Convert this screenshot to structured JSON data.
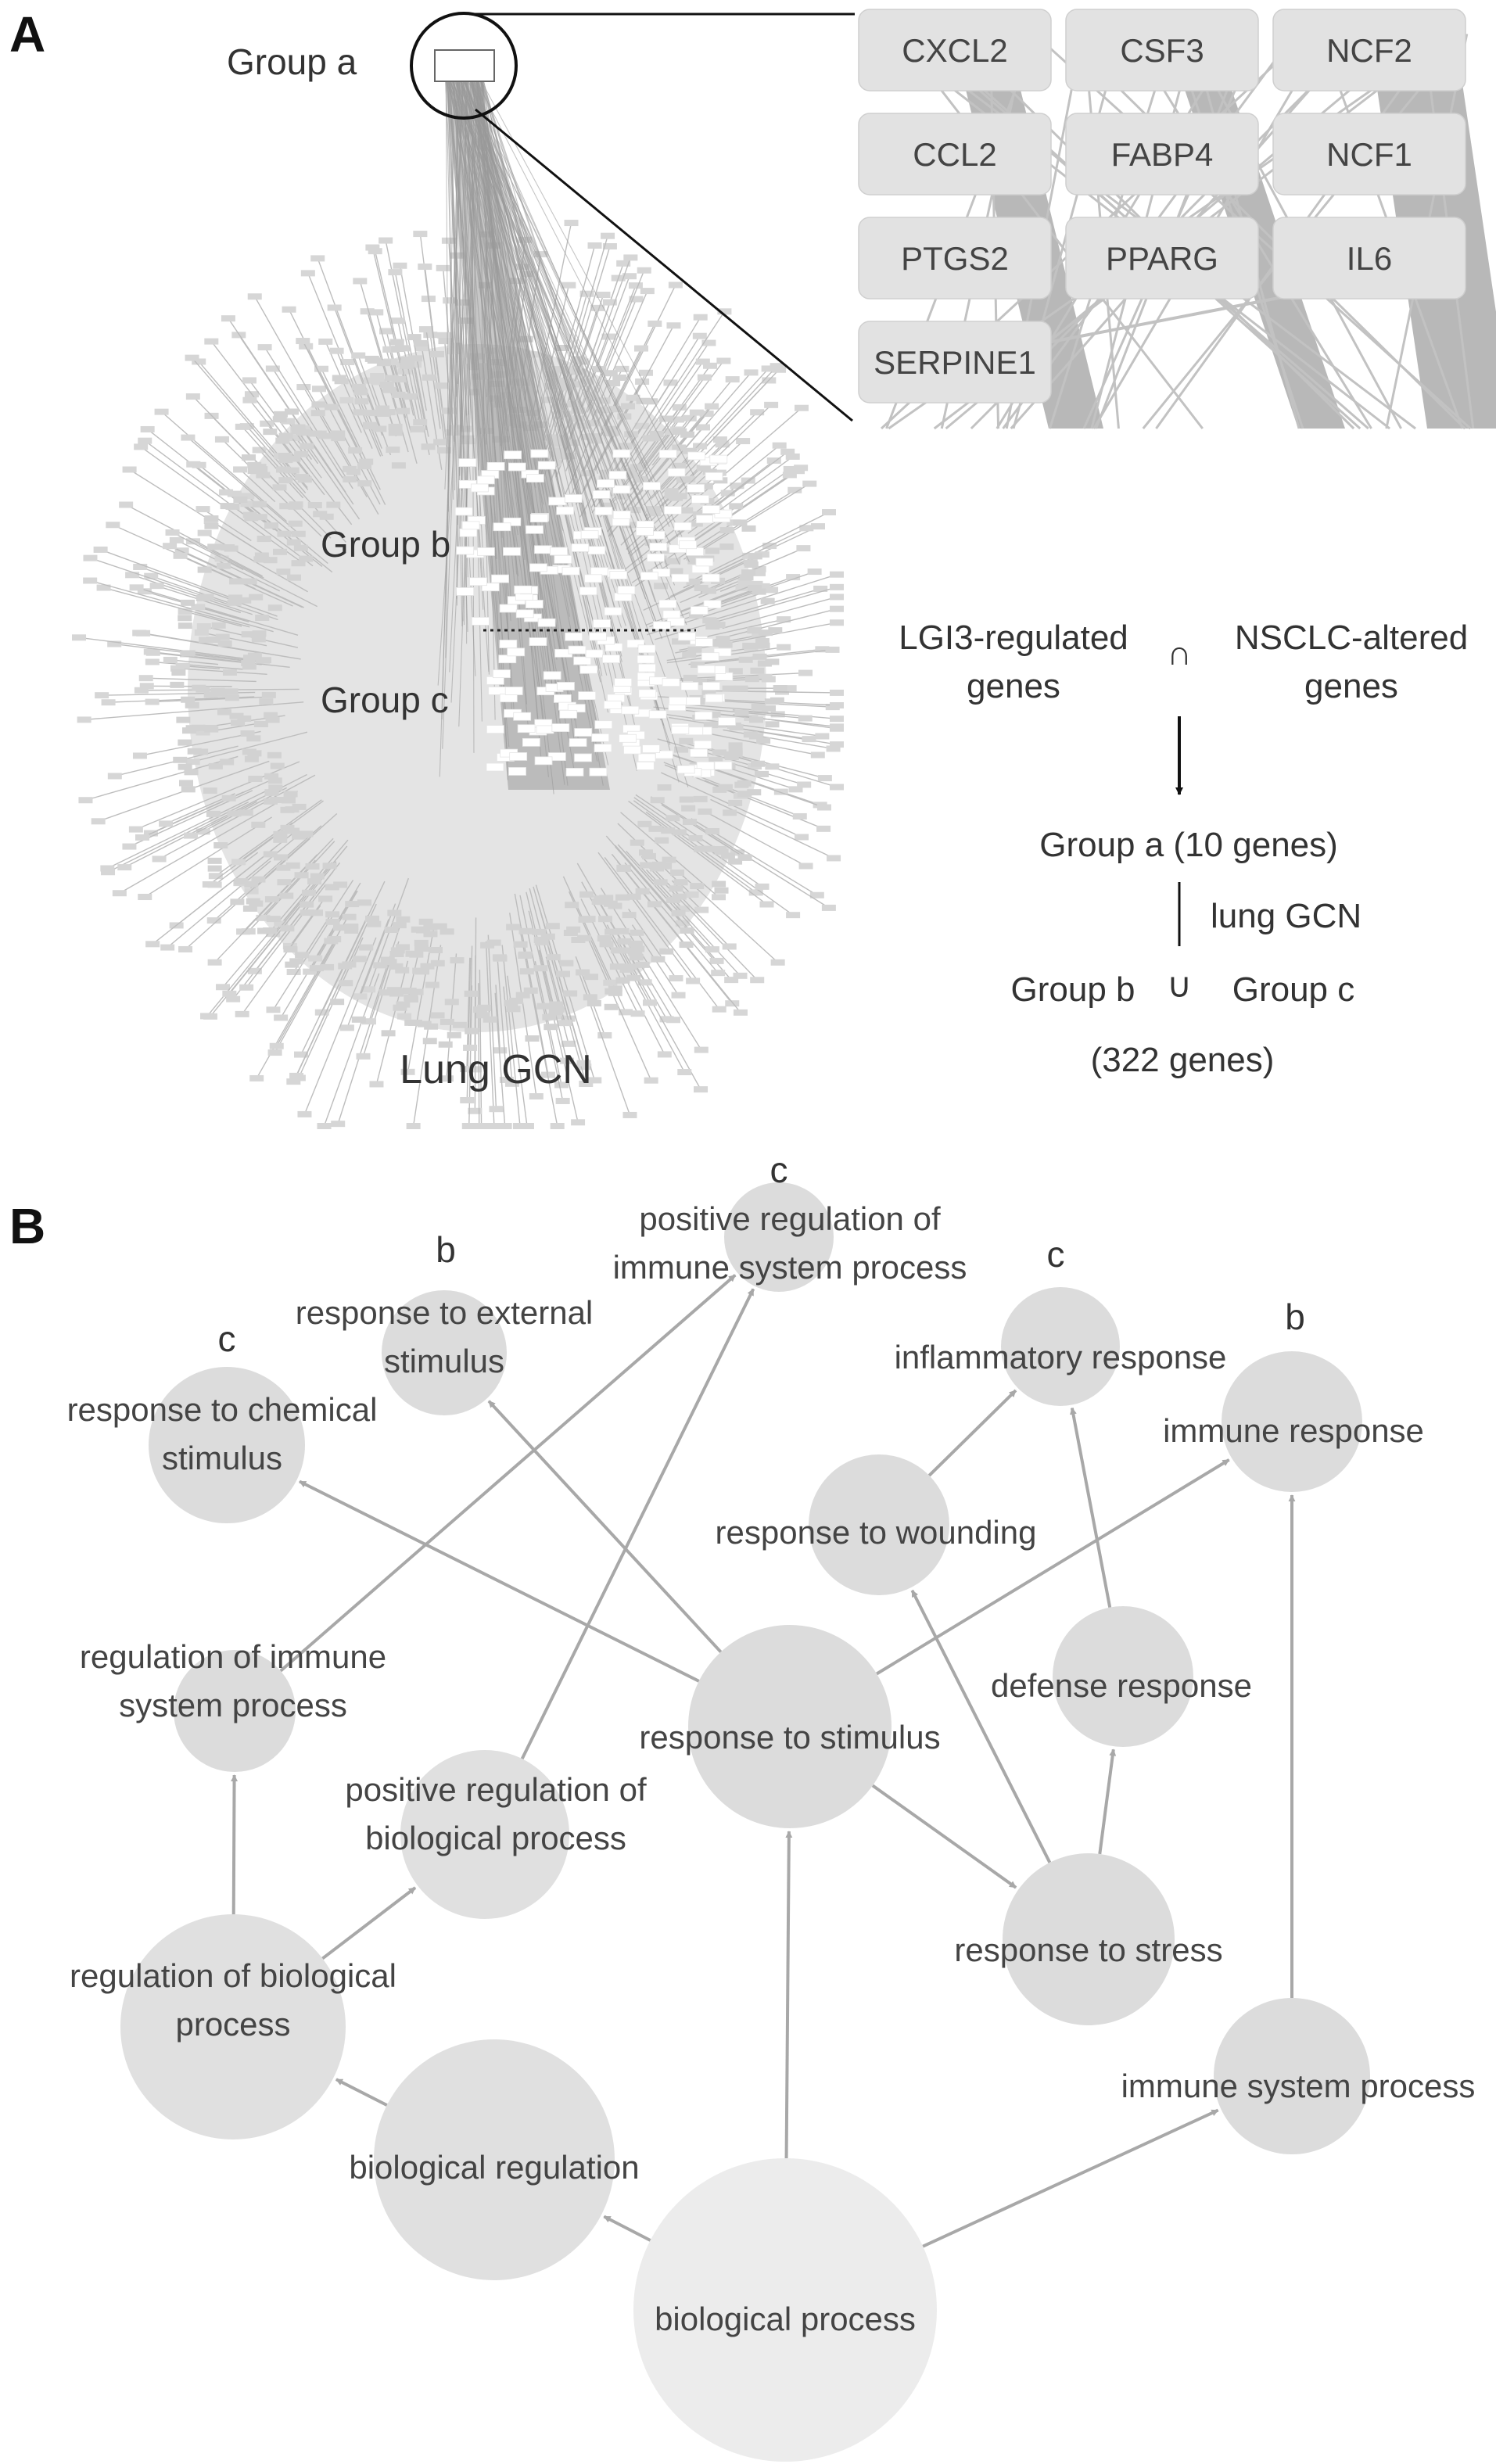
{
  "colors": {
    "panel_letter": "#111111",
    "label_text": "#333333",
    "node_fill": "#dcdcdc",
    "node_fill_root": "#ececec",
    "edge": "#a8a8a8",
    "network_cloud": "#e4e4e4",
    "network_edges": "#bdbdbd",
    "network_core": "#999999",
    "gene_box": "#e2e2e2"
  },
  "panel_a": {
    "letter": "A",
    "network_title": "Lung GCN",
    "group_labels": {
      "a": "Group a",
      "b": "Group b",
      "c": "Group c"
    },
    "zoom_genes": [
      "CXCL2",
      "CSF3",
      "NCF2",
      "CCL2",
      "FABP4",
      "NCF1",
      "PTGS2",
      "PPARG",
      "IL6",
      "SERPINE1"
    ],
    "flow": {
      "left_set": [
        "LGI3-regulated",
        "genes"
      ],
      "intersection_symbol": "∩",
      "right_set": [
        "NSCLC-altered",
        "genes"
      ],
      "group_a_line": "Group a  (10 genes)",
      "link_label": "lung GCN",
      "union_left": "Group b",
      "union_symbol": "∪",
      "union_right": "Group c",
      "count_line": "(322 genes)"
    }
  },
  "panel_b": {
    "letter": "B",
    "nodes": [
      {
        "id": "bp",
        "label": [
          "biological process"
        ],
        "tag": ""
      },
      {
        "id": "breg",
        "label": [
          "biological regulation"
        ],
        "tag": ""
      },
      {
        "id": "rbp",
        "label": [
          "regulation of biological",
          "process"
        ],
        "tag": ""
      },
      {
        "id": "prbp",
        "label": [
          "positive regulation of",
          "biological process"
        ],
        "tag": ""
      },
      {
        "id": "risp",
        "label": [
          "regulation of immune",
          "system process"
        ],
        "tag": ""
      },
      {
        "id": "rcs",
        "label": [
          "response to chemical",
          "stimulus"
        ],
        "tag": "c"
      },
      {
        "id": "res",
        "label": [
          "response to external",
          "stimulus"
        ],
        "tag": "b"
      },
      {
        "id": "prisp",
        "label": [
          "positive regulation of",
          "immune system process"
        ],
        "tag": "c"
      },
      {
        "id": "rts",
        "label": [
          "response to stimulus"
        ],
        "tag": ""
      },
      {
        "id": "rtw",
        "label": [
          "response to wounding"
        ],
        "tag": ""
      },
      {
        "id": "infl",
        "label": [
          "inflammatory response"
        ],
        "tag": "c"
      },
      {
        "id": "imr",
        "label": [
          "immune response"
        ],
        "tag": "b"
      },
      {
        "id": "def",
        "label": [
          "defense response"
        ],
        "tag": ""
      },
      {
        "id": "rtst",
        "label": [
          "response to stress"
        ],
        "tag": ""
      },
      {
        "id": "isp",
        "label": [
          "immune system process"
        ],
        "tag": ""
      }
    ],
    "edges": [
      [
        "bp",
        "breg"
      ],
      [
        "bp",
        "rts"
      ],
      [
        "bp",
        "isp"
      ],
      [
        "breg",
        "rbp"
      ],
      [
        "rbp",
        "prbp"
      ],
      [
        "rbp",
        "risp"
      ],
      [
        "risp",
        "prisp"
      ],
      [
        "prbp",
        "prisp"
      ],
      [
        "rts",
        "rcs"
      ],
      [
        "rts",
        "res"
      ],
      [
        "rts",
        "imr"
      ],
      [
        "rts",
        "rtst"
      ],
      [
        "rtst",
        "rtw"
      ],
      [
        "rtst",
        "def"
      ],
      [
        "rtw",
        "infl"
      ],
      [
        "def",
        "infl"
      ],
      [
        "isp",
        "imr"
      ]
    ]
  }
}
